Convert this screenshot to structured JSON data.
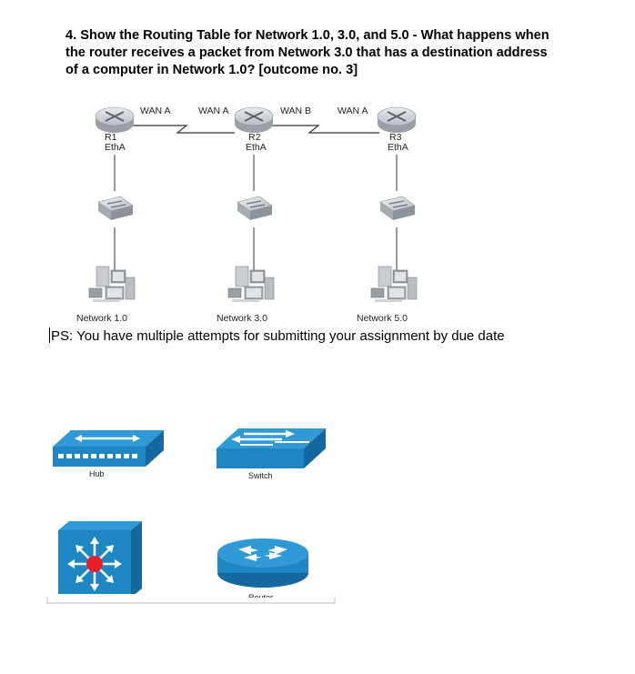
{
  "question": {
    "line1": "4. Show the Routing Table for Network 1.0, 3.0, and 5.0 - What happens when",
    "line2": "the router receives a packet from Network 3.0 that has a destination address",
    "line3": "of a computer in Network 1.0? [outcome no. 3]"
  },
  "topology": {
    "routers": [
      {
        "name": "R1",
        "iface": "EthA"
      },
      {
        "name": "R2",
        "iface": "EthA"
      },
      {
        "name": "R3",
        "iface": "EthA"
      }
    ],
    "wan_labels": [
      "WAN A",
      "WAN A",
      "WAN B",
      "WAN A"
    ],
    "networks": [
      "Network 1.0",
      "Network 3.0",
      "Network 5.0"
    ]
  },
  "note": {
    "prefix": "PS",
    "text": ": You have multiple attempts for submitting your assignment by due date"
  },
  "legend": {
    "hub": "Hub",
    "switch": "Switch",
    "router": "Router"
  }
}
